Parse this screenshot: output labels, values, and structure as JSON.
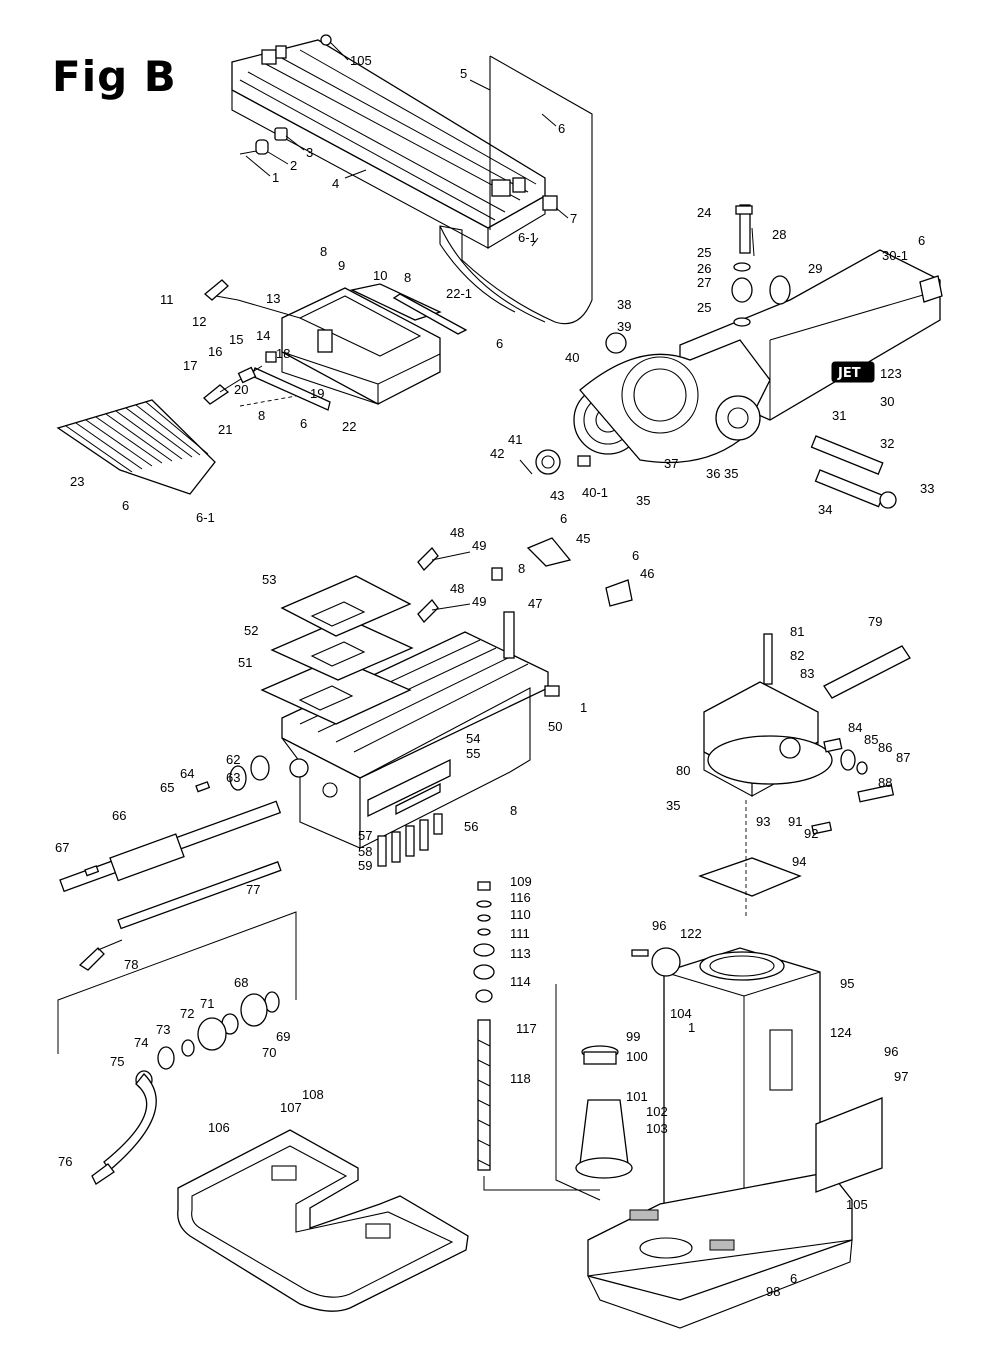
{
  "figure": {
    "title": "Fig B"
  },
  "brand": {
    "logo_text": "JET"
  },
  "labels": [
    "105",
    "5",
    "6",
    "3",
    "2",
    "1",
    "4",
    "7",
    "6-1",
    "24",
    "28",
    "6",
    "30-1",
    "25",
    "29",
    "26",
    "27",
    "25",
    "38",
    "39",
    "40",
    "123",
    "30",
    "31",
    "32",
    "41",
    "42",
    "43",
    "40-1",
    "35",
    "37",
    "36",
    "35",
    "33",
    "34",
    "8",
    "9",
    "8",
    "10",
    "22-1",
    "11",
    "12",
    "13",
    "6",
    "14",
    "15",
    "16",
    "18",
    "17",
    "19",
    "20",
    "8",
    "21",
    "22",
    "6",
    "23",
    "6",
    "6-1",
    "6",
    "45",
    "48",
    "49",
    "8",
    "6",
    "46",
    "53",
    "48",
    "49",
    "47",
    "52",
    "51",
    "1",
    "50",
    "54",
    "55",
    "62",
    "63",
    "64",
    "65",
    "66",
    "57",
    "58",
    "59",
    "56",
    "8",
    "67",
    "77",
    "78",
    "68",
    "72",
    "71",
    "73",
    "69",
    "74",
    "70",
    "75",
    "76",
    "81",
    "79",
    "82",
    "83",
    "80",
    "84",
    "85",
    "86",
    "87",
    "88",
    "35",
    "93",
    "91",
    "92",
    "94",
    "109",
    "116",
    "110",
    "111",
    "113",
    "114",
    "117",
    "118",
    "96",
    "122",
    "95",
    "104",
    "1",
    "99",
    "100",
    "124",
    "96",
    "97",
    "101",
    "102",
    "103",
    "108",
    "107",
    "106",
    "105",
    "6",
    "98"
  ]
}
